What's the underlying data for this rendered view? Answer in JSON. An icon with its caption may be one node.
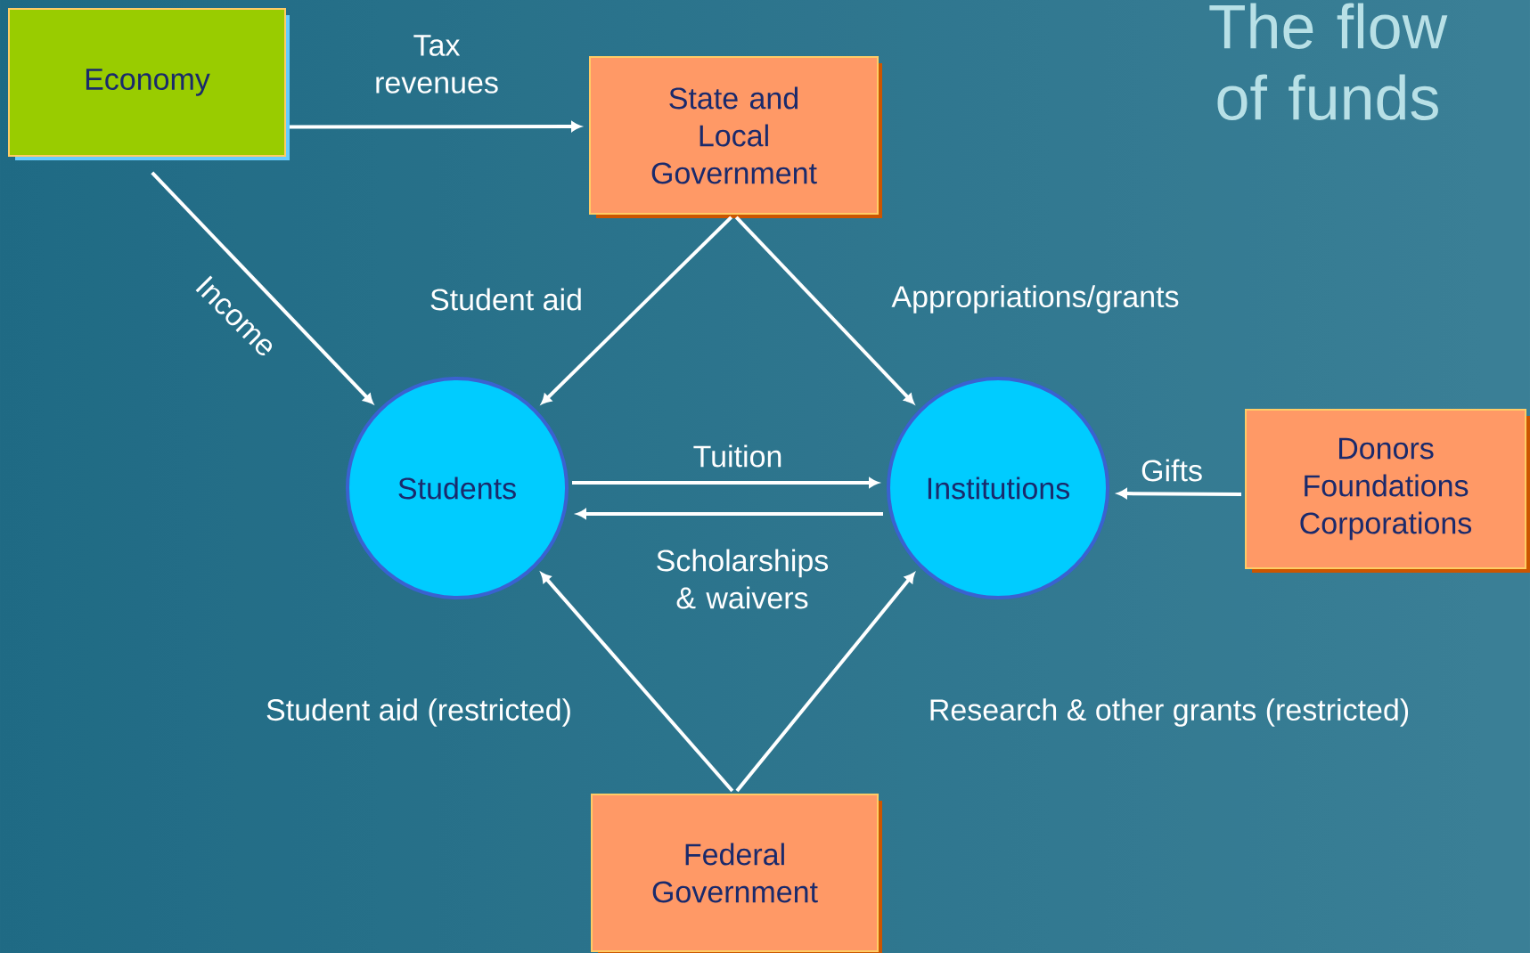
{
  "diagram": {
    "title": "The flow of funds",
    "nodes": [
      {
        "text": [
          "Economy"
        ]
      },
      {
        "text": [
          "State and Local Government"
        ]
      },
      {
        "text": [
          "Students"
        ]
      },
      {
        "text": [
          "Institutions"
        ]
      },
      {
        "text": [
          "Donors Foundations Corporations"
        ]
      },
      {
        "text": [
          "Federal Government"
        ]
      }
    ],
    "edges": [
      {
        "from": 0,
        "to": 1,
        "arrow": "to",
        "label": "Tax revenues"
      },
      {
        "from": 0,
        "to": 2,
        "arrow": "to",
        "label": "Income"
      },
      {
        "from": 1,
        "to": 2,
        "arrow": "to",
        "label": "Student aid"
      },
      {
        "from": 1,
        "to": 3,
        "arrow": "to",
        "label": "Appropriations/grants"
      },
      {
        "from": 2,
        "to": 3,
        "arrow": "to",
        "label": "Tuition"
      },
      {
        "from": 3,
        "to": 2,
        "arrow": "to",
        "label": "Scholarships & waivers"
      },
      {
        "from": 4,
        "to": 3,
        "arrow": "to",
        "label": "Gifts"
      },
      {
        "from": 5,
        "to": 2,
        "arrow": "to",
        "label": "Student aid (restricted)"
      },
      {
        "from": 5,
        "to": 3,
        "arrow": "to",
        "label": "Research & other grants (restricted)"
      }
    ]
  }
}
